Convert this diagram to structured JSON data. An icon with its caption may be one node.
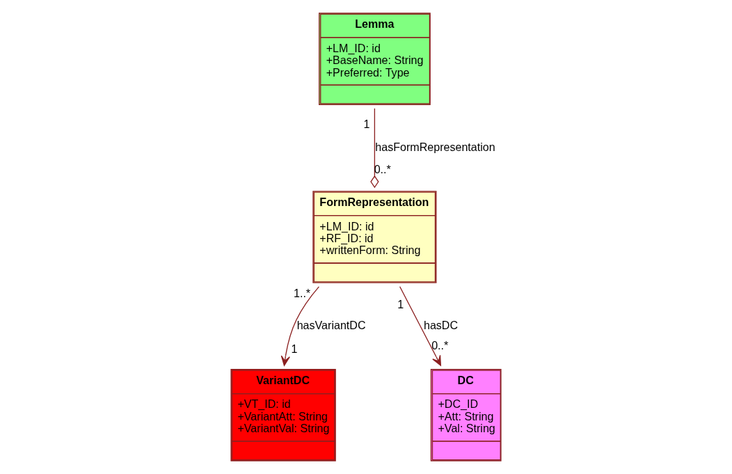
{
  "diagram": {
    "nodes": [
      {
        "text": [
          "VariantDC",
          "+VT_ID: id",
          "+VariantAtt: String",
          "+VariantVal: String"
        ]
      },
      {
        "text": [
          "Lemma",
          "+LM_ID: id",
          "+BaseName: String",
          "+Preferred: Type"
        ]
      },
      {
        "text": [
          "FormRepresentation",
          "+LM_ID: id",
          "+RF_ID: id",
          "+writtenForm: String"
        ]
      },
      {
        "text": [
          "DC",
          "+DC_ID",
          "+Att: String",
          "+Val: String"
        ]
      }
    ],
    "edges": [
      {
        "from": 2,
        "to": 0,
        "arrow": "to",
        "label": "hasVariantDC"
      },
      {
        "from": 1,
        "to": 2,
        "arrow": "other",
        "label": "hasFormRepresentation"
      },
      {
        "from": 2,
        "to": 3,
        "arrow": "to",
        "label": "hasDC"
      }
    ],
    "labels": [
      "1",
      "1",
      "0..*",
      "1..*",
      "1",
      "0..*"
    ]
  }
}
